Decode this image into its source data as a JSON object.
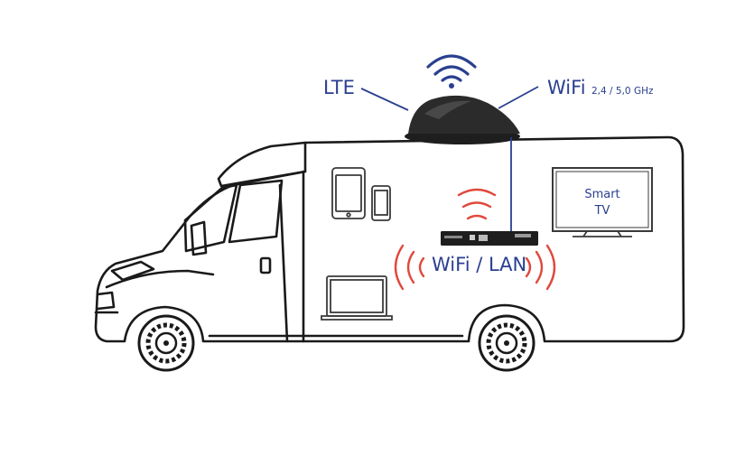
{
  "labels": {
    "lte": "LTE",
    "wifi": "WiFi",
    "wifi_bands": "2,4 / 5,0 GHz",
    "wifi_lan": "WiFi / LAN",
    "smart": "Smart",
    "tv": "TV"
  },
  "colors": {
    "label_blue": "#2a3f8f",
    "signal_red": "#e0483c",
    "outline": "#1a1a1a",
    "antenna": "#2b2b2b"
  },
  "icons": [
    "wifi-signal-icon",
    "antenna-dome",
    "router-device",
    "tablet-icon",
    "phone-icon",
    "laptop-icon",
    "smart-tv-icon"
  ]
}
